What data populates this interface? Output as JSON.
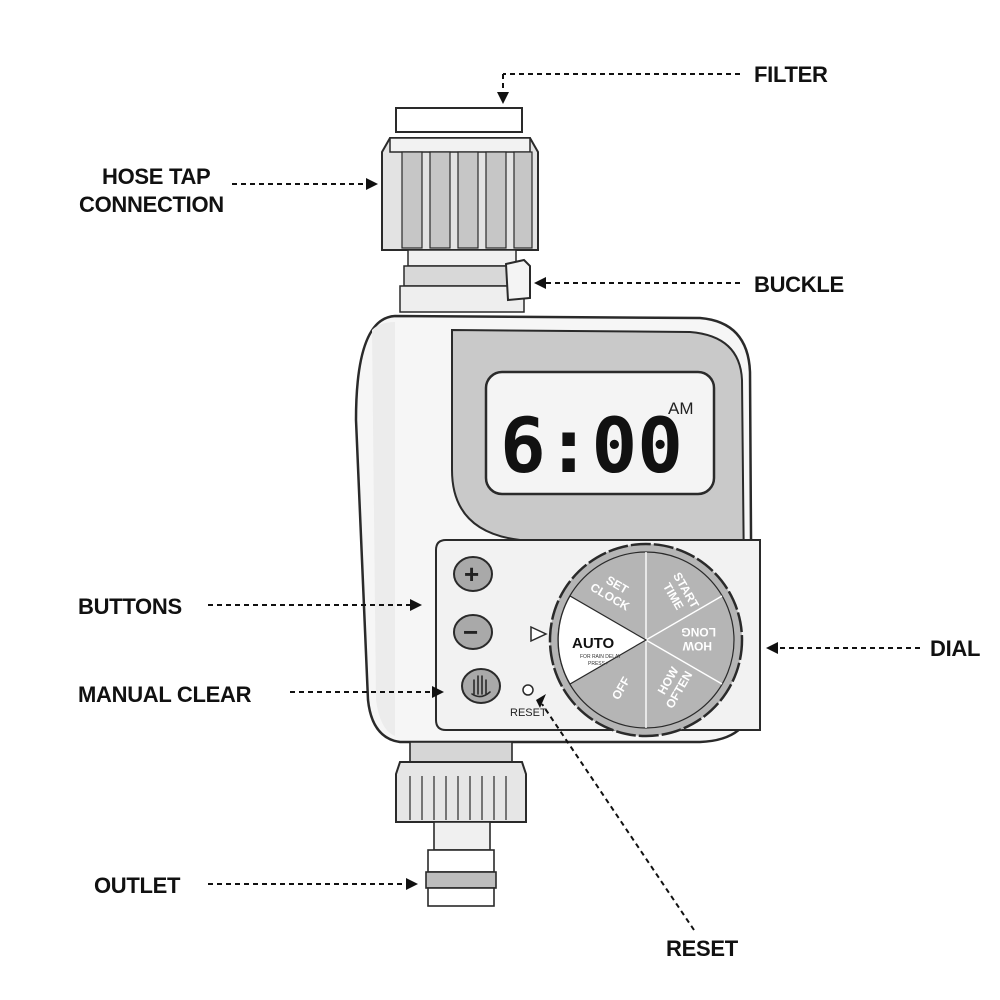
{
  "labels": {
    "filter": "FILTER",
    "hose_tap_line1": "HOSE TAP",
    "hose_tap_line2": "CONNECTION",
    "buckle": "BUCKLE",
    "buttons": "BUTTONS",
    "dial": "DIAL",
    "manual_clear": "MANUAL CLEAR",
    "outlet": "OUTLET",
    "reset": "RESET"
  },
  "display": {
    "time": "6:00",
    "ampm": "AM"
  },
  "keypad": {
    "plus": "+",
    "minus": "−"
  },
  "dial": {
    "auto": "AUTO",
    "auto_sub1": "FOR RAIN DELAY",
    "auto_sub2": "PRESS+",
    "set_clock_1": "SET",
    "set_clock_2": "CLOCK",
    "start_time_1": "START",
    "start_time_2": "TIME",
    "how_long_1": "HOW",
    "how_long_2": "LONG",
    "how_often_1": "HOW",
    "how_often_2": "OFTEN",
    "off": "OFF"
  },
  "reset_hole_label": "RESET",
  "colors": {
    "body_grey": "#c9c9c9",
    "dark_grey": "#a9a9a9",
    "outline": "#2a2a2a",
    "lcd_bg": "#f4f4f4"
  }
}
